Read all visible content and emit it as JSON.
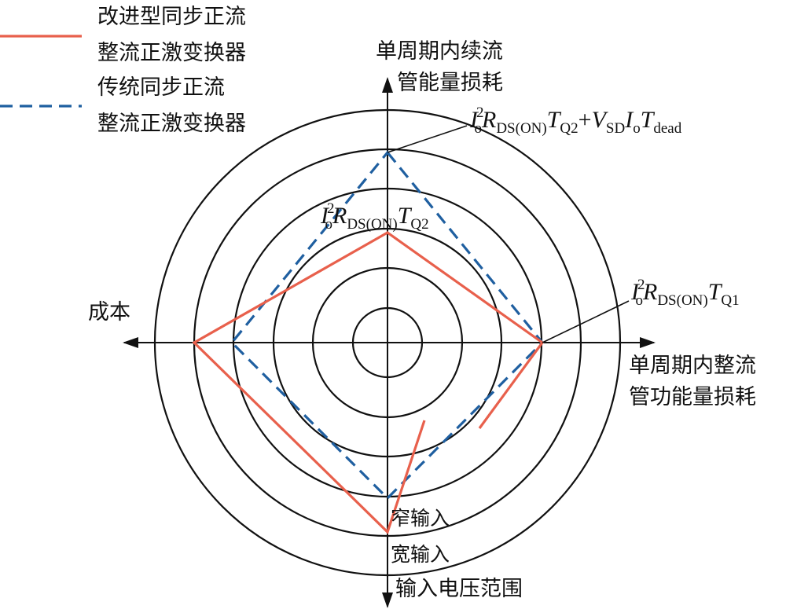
{
  "legend": {
    "improved": {
      "label_line1": "改进型同步正流",
      "label_line2": "整流正激变换器",
      "color": "#e8604c",
      "style": "solid"
    },
    "traditional": {
      "label_line1": "传统同步正流",
      "label_line2": "整流正激变换器",
      "color": "#1f5fa0",
      "style": "dashed"
    }
  },
  "axes": {
    "top_line1": "单周期内续流",
    "top_line2": "管能量损耗",
    "left": "成本",
    "right_line1": "单周期内整流",
    "right_line2": "管功能量损耗",
    "bottom": "输入电压范围"
  },
  "annotations": {
    "narrow_input": "窄输入",
    "wide_input": "宽输入"
  },
  "formulas": {
    "f1": {
      "I": "I",
      "o": "o",
      "sq": "2",
      "R": "R",
      "ds": "DS(ON)",
      "T": "T",
      "q": "Q2",
      "plus": "+",
      "V": "V",
      "sd": "SD",
      "T2": "T",
      "dead": "dead"
    },
    "f2": {
      "I": "I",
      "o": "o",
      "sq": "2",
      "R": "R",
      "ds": "DS(ON)",
      "T": "T",
      "q": "Q2"
    },
    "f3": {
      "I": "I",
      "o": "o",
      "sq": "2",
      "R": "R",
      "ds": "DS(ON)",
      "T": "T",
      "q": "Q1"
    }
  },
  "colors": {
    "axis": "#111111",
    "circle": "#111111"
  }
}
